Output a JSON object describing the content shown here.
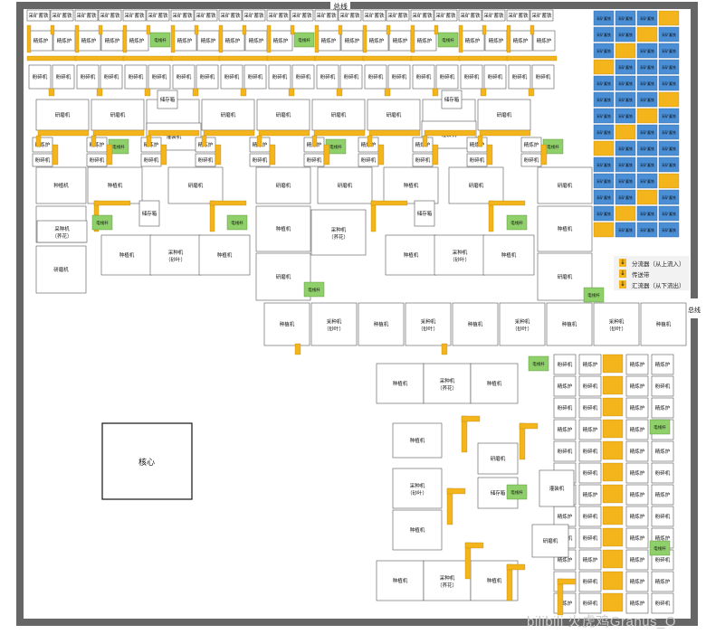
{
  "map": {
    "top_label": "总线",
    "right_label": "总线",
    "core_label": "核心",
    "watermark": "bilibili 火虎鸡Granus_O"
  },
  "legend": {
    "items": [
      {
        "label": "分流器（从上流入）",
        "glyph": "↓"
      },
      {
        "label": "传送带",
        "glyph": "↓"
      },
      {
        "label": "汇流器（从下流出）",
        "glyph": "↓"
      }
    ]
  },
  "labels": {
    "top_ore": "采矿蓄铁",
    "furnace": "精炼炉",
    "pole": "电线杆",
    "crusher": "粉碎机",
    "grinder": "研磨机",
    "storage": "储存箱",
    "planter": "种植机",
    "seed_sap": "采种机（砂叶）",
    "seed_flower": "采种机（荞花）",
    "filler": "灌装机",
    "plant_machine": "种植机"
  },
  "colors": {
    "belt": "#f3b41c",
    "pole": "#8fd06a",
    "ore_blue": "#4a8fd6",
    "border": "#666666",
    "machine_fill": "#ffffff",
    "machine_stroke": "#555555"
  }
}
